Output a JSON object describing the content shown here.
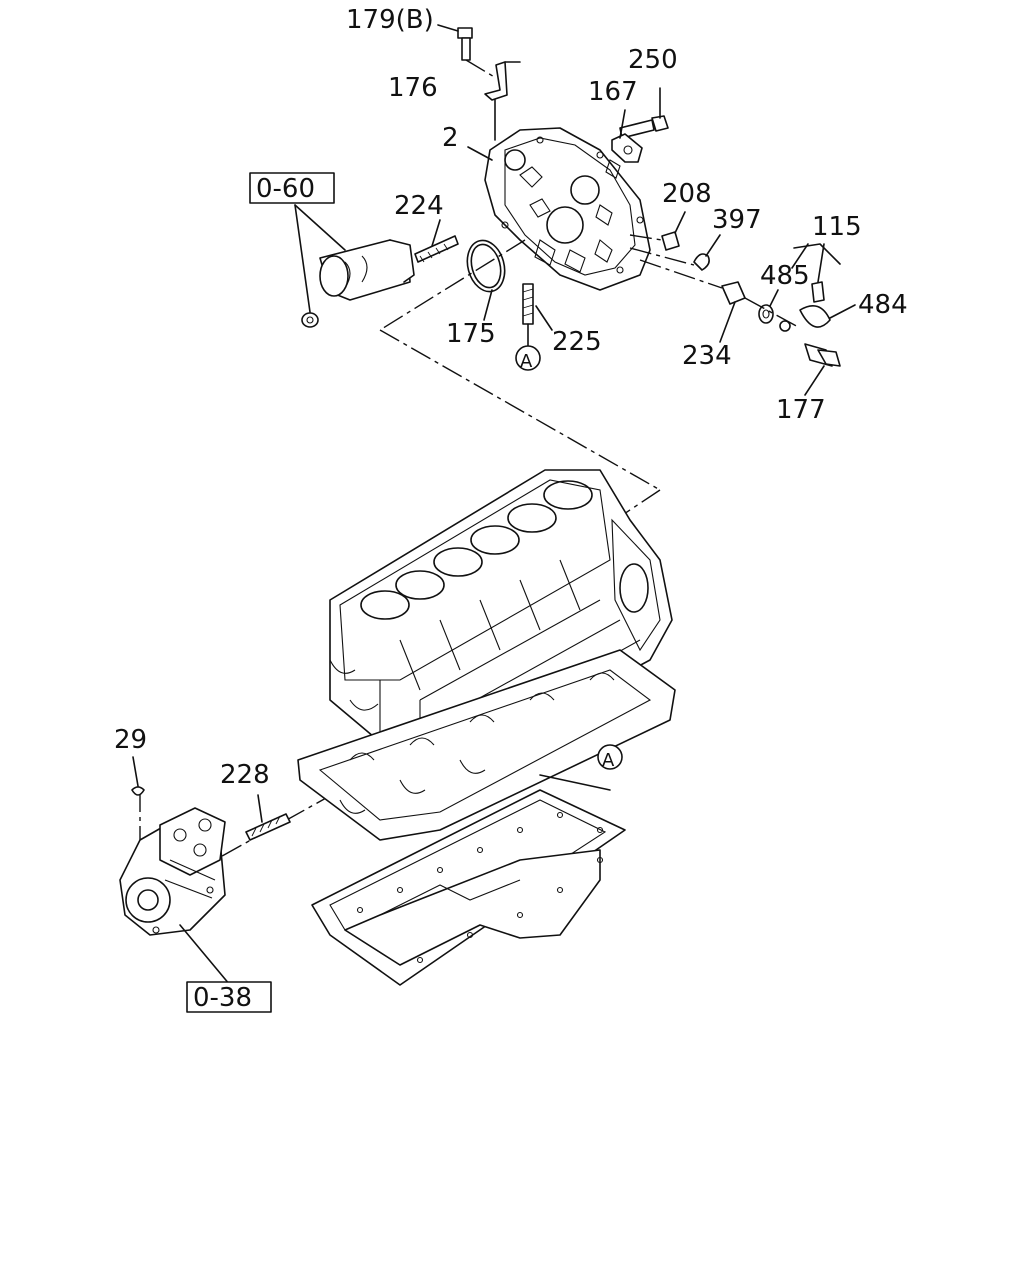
{
  "labels": {
    "l179b": "179(B)",
    "l176": "176",
    "l250": "250",
    "l167": "167",
    "l2": "2",
    "l060": "0-60",
    "l224": "224",
    "l208": "208",
    "l397": "397",
    "l115": "115",
    "l485": "485",
    "l484": "484",
    "l175": "175",
    "l225": "225",
    "l234": "234",
    "l177": "177",
    "lA1": "A",
    "lA2": "A",
    "l29": "29",
    "l228": "228",
    "l038": "0-38"
  }
}
